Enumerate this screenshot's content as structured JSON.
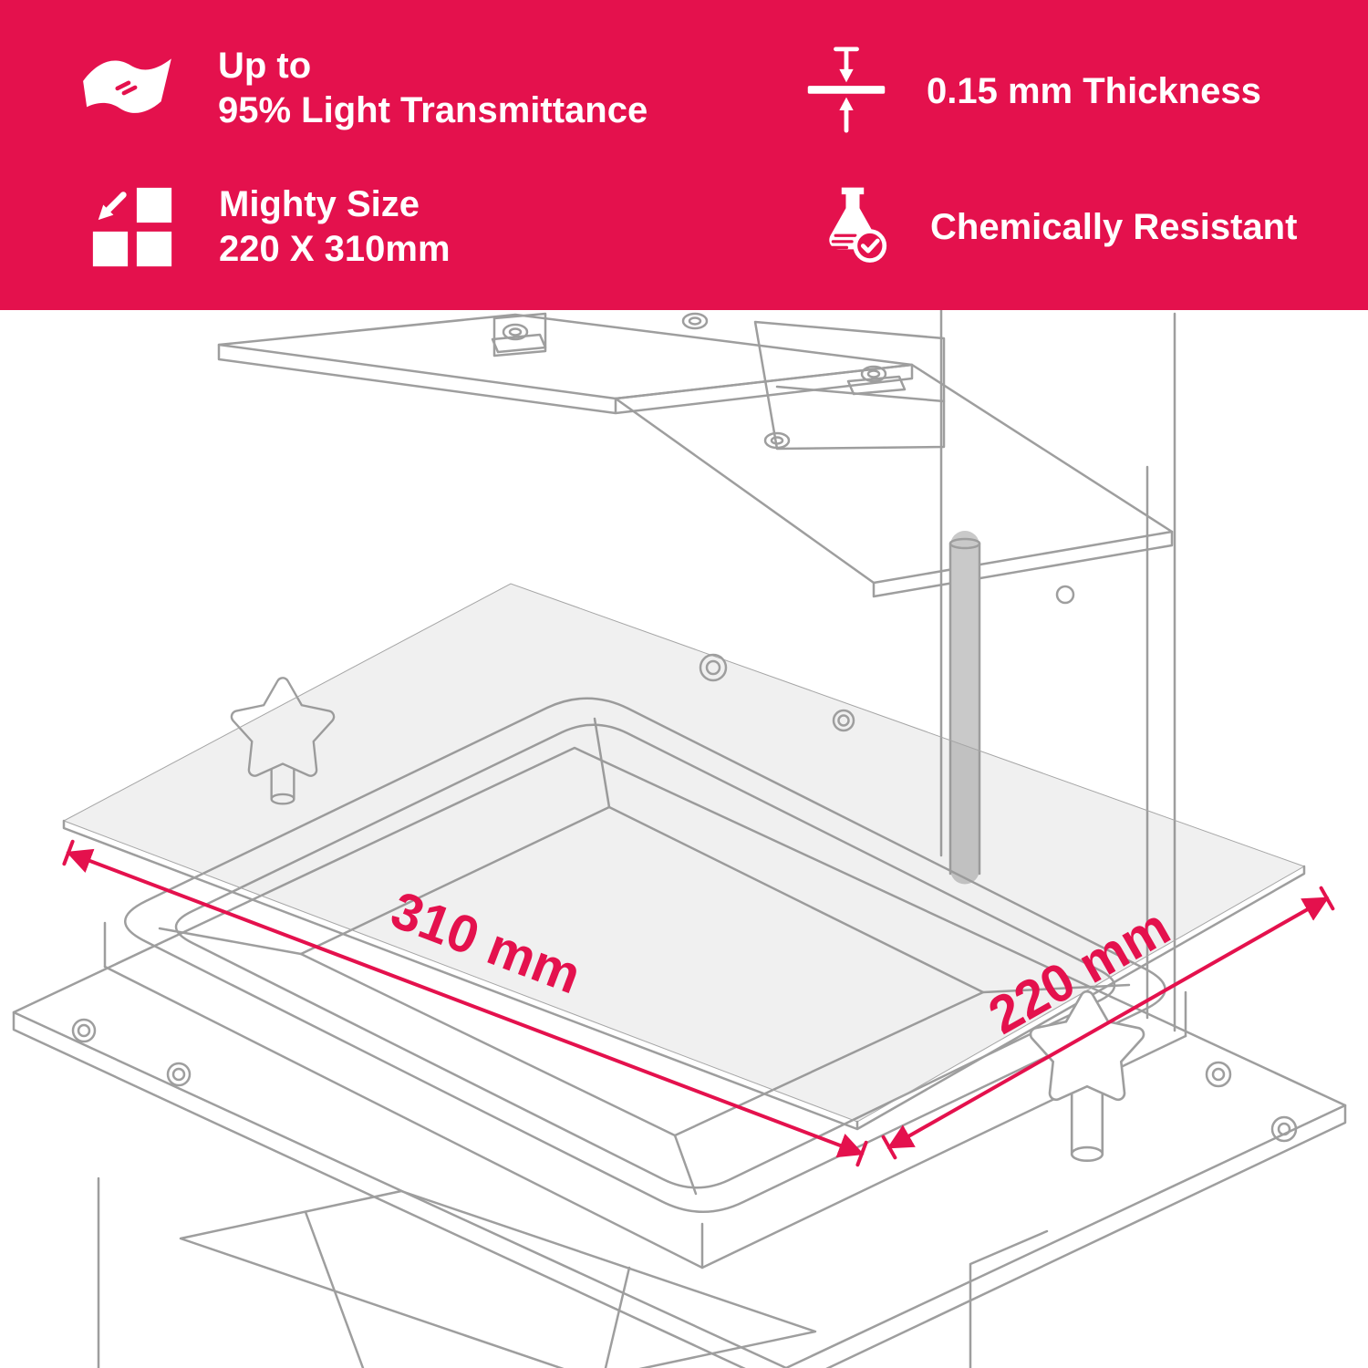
{
  "colors": {
    "accent": "#E4114D",
    "line": "#9E9E9E"
  },
  "header": {
    "features": {
      "transmittance": {
        "icon": "film-sheet-icon",
        "line1": "Up to",
        "line2": "95% Light Transmittance"
      },
      "size": {
        "icon": "size-arrow-icon",
        "line1": "Mighty Size",
        "line2": "220 X 310mm"
      },
      "thickness": {
        "icon": "thickness-icon",
        "line1": "0.15 mm Thickness"
      },
      "chemical": {
        "icon": "flask-check-icon",
        "line1": "Chemically Resistant"
      }
    }
  },
  "diagram": {
    "dimensions": {
      "length": "310 mm",
      "width": "220 mm"
    }
  }
}
